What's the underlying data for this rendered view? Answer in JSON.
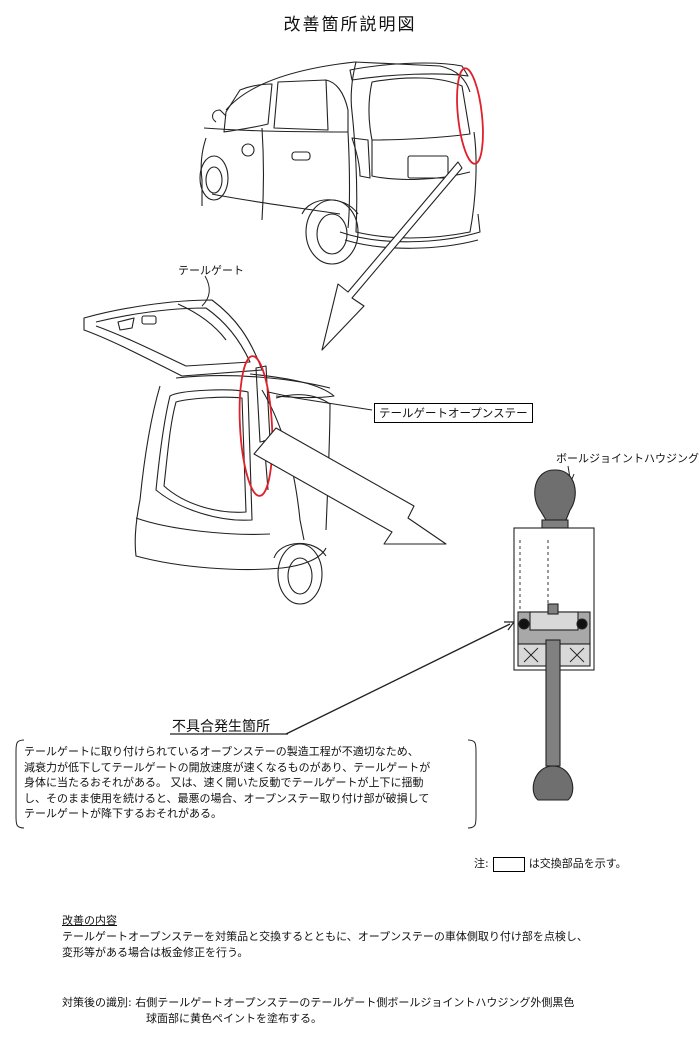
{
  "title": "改善箇所説明図",
  "labels": {
    "tailgate": "テールゲート",
    "open_stay": "テールゲートオープンステー",
    "ball_joint_housing": "ボールジョイントハウジング",
    "defect_location": "不具合発生箇所"
  },
  "description": [
    "テールゲートに取り付けられているオープンステーの製造工程が不適切なため、",
    "減衰力が低下してテールゲートの開放速度が速くなるものがあり、テールゲートが",
    "身体に当たるおそれがある。 又は、速く開いた反動でテールゲートが上下に揺動",
    "し、そのまま使用を続けると、最悪の場合、オープンステー取り付け部が破損して",
    "テールゲートが降下するおそれがある。"
  ],
  "note": {
    "prefix": "注:",
    "suffix": "は交換部品を示す。"
  },
  "improvement": {
    "heading": "改善の内容",
    "lines": [
      "テールゲートオープンステーを対策品と交換するとともに、オープンステーの車体側取り付け部を点検し、",
      "変形等がある場合は板金修正を行う。"
    ]
  },
  "identification": {
    "label": "対策後の識別:",
    "lines": [
      "右側テールゲートオープンステーのテールゲート側ボールジョイントハウジング外側黒色",
      "球面部に黄色ペイントを塗布する。"
    ]
  },
  "colors": {
    "highlight": "#e0202a",
    "line": "#222222",
    "housing_gray": "#6f6f6f",
    "rod_gray": "#808080",
    "seal_gray": "#a8a8a8",
    "seal_light": "#d8d8d8"
  }
}
